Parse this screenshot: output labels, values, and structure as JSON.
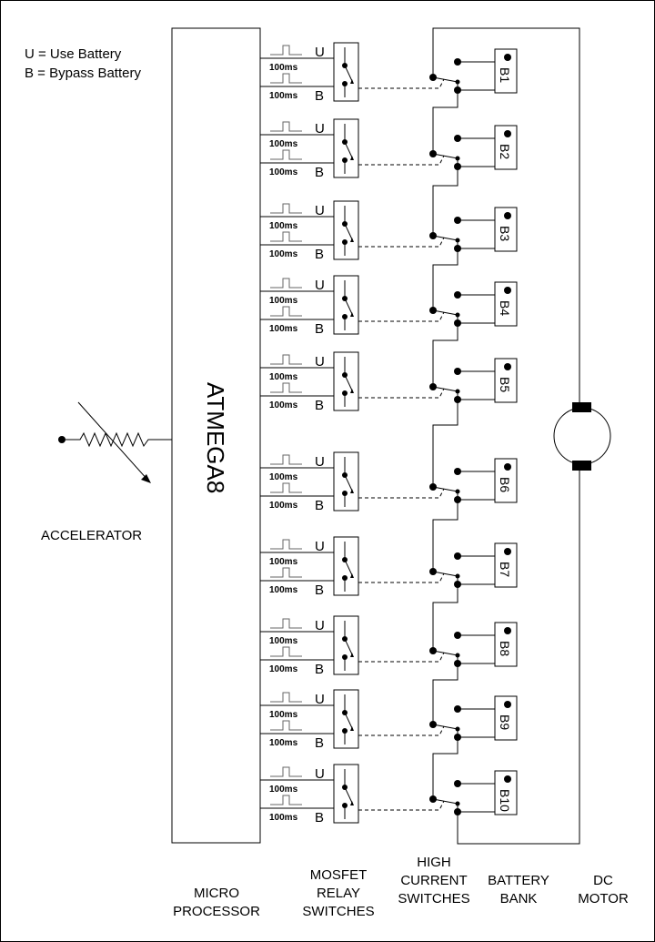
{
  "legend": {
    "u": "U = Use Battery",
    "b": "B = Bypass Battery"
  },
  "processor": {
    "label": "ATMEGA8"
  },
  "accelerator": {
    "label": "ACCELERATOR"
  },
  "pulse_label": "100ms",
  "signal_labels": {
    "use": "U",
    "bypass": "B"
  },
  "batteries": [
    "B1",
    "B2",
    "B3",
    "B4",
    "B5",
    "B6",
    "B7",
    "B8",
    "B9",
    "B10"
  ],
  "columns": [
    {
      "id": "micro-processor",
      "lines": [
        "MICRO",
        "PROCESSOR"
      ]
    },
    {
      "id": "mosfet-relay-switches",
      "lines": [
        "MOSFET",
        "RELAY",
        "SWITCHES"
      ]
    },
    {
      "id": "high-current-switches",
      "lines": [
        "HIGH",
        "CURRENT",
        "SWITCHES"
      ]
    },
    {
      "id": "battery-bank",
      "lines": [
        "BATTERY",
        "BANK"
      ]
    },
    {
      "id": "dc-motor",
      "lines": [
        "DC",
        "MOTOR"
      ]
    }
  ]
}
